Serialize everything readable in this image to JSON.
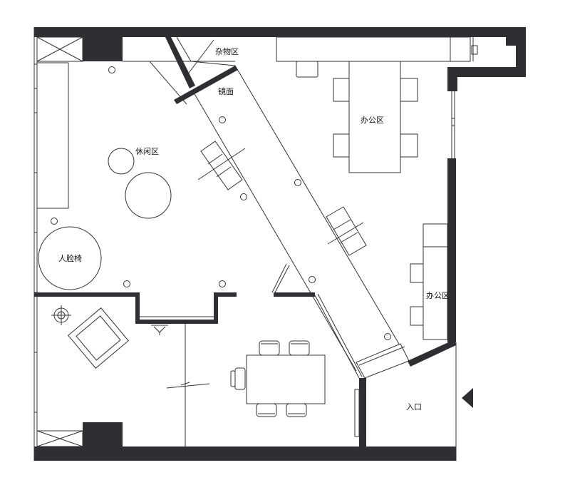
{
  "labels": {
    "storage": "杂物区",
    "mirror": "镜面",
    "office_top": "办公区",
    "lounge": "休闲区",
    "face_chair": "人脸椅",
    "office_right": "办公区",
    "entrance": "入口"
  }
}
